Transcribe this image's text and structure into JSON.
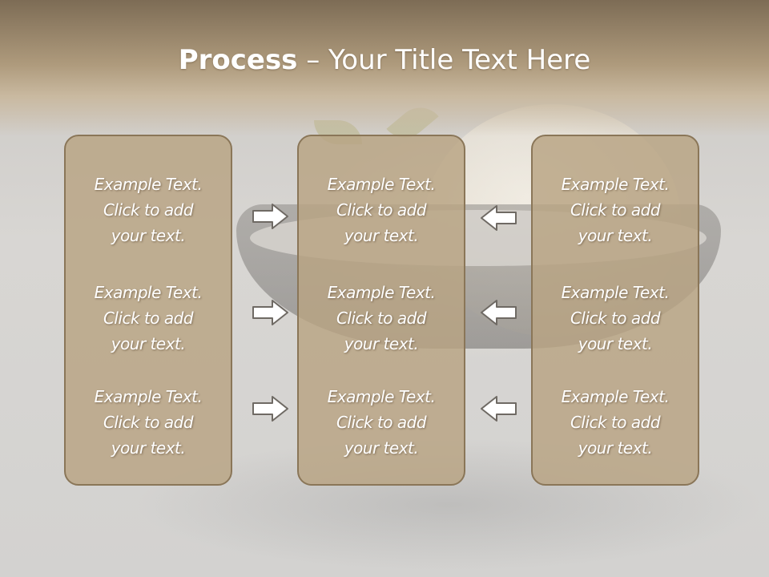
{
  "slide": {
    "title_bold": "Process",
    "title_rest": " – Your Title Text Here"
  },
  "columns": [
    {
      "items": [
        {
          "line1": "Example Text.",
          "line2": "Click  to add",
          "line3": "your text."
        },
        {
          "line1": "Example Text.",
          "line2": "Click  to add",
          "line3": "your text."
        },
        {
          "line1": "Example Text.",
          "line2": "Click  to add",
          "line3": "your text."
        }
      ]
    },
    {
      "items": [
        {
          "line1": "Example Text.",
          "line2": "Click  to add",
          "line3": "your text."
        },
        {
          "line1": "Example Text.",
          "line2": "Click  to add",
          "line3": "your text."
        },
        {
          "line1": "Example Text.",
          "line2": "Click  to add",
          "line3": "your text."
        }
      ]
    },
    {
      "items": [
        {
          "line1": "Example Text.",
          "line2": "Click  to add",
          "line3": "your text."
        },
        {
          "line1": "Example Text.",
          "line2": "Click  to add",
          "line3": "your text."
        },
        {
          "line1": "Example Text.",
          "line2": "Click  to add",
          "line3": "your text."
        }
      ]
    }
  ],
  "arrows": {
    "left_group": "right-arrow-icon",
    "right_group": "left-arrow-icon"
  },
  "colors": {
    "header": "#7d6c55",
    "panel_fill": "#b8a382",
    "panel_border": "#8a7658",
    "text": "#ffffff"
  }
}
